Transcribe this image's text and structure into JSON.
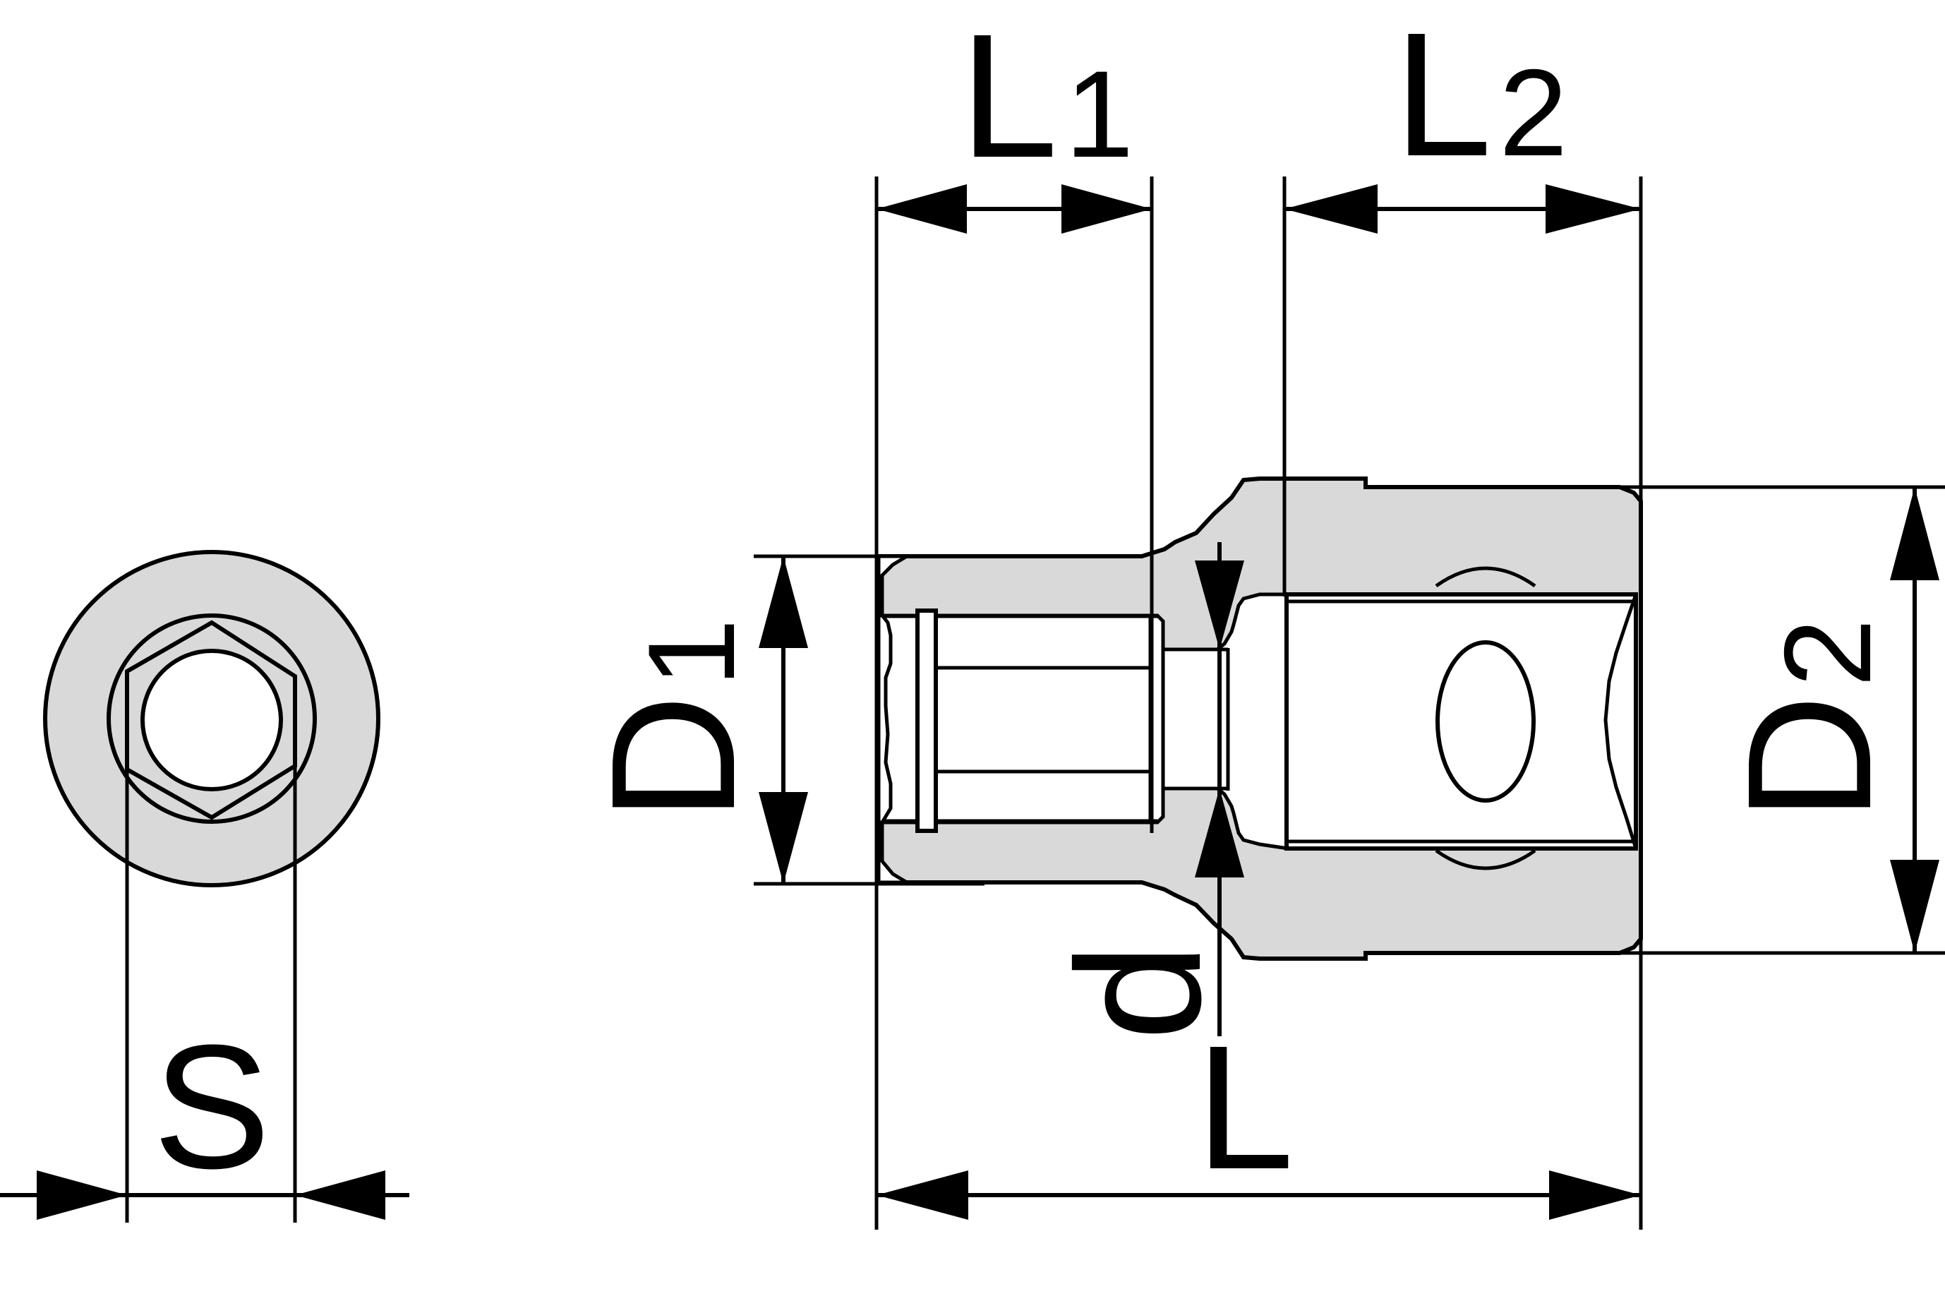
{
  "colors": {
    "body_fill": "#d9d9d9",
    "line": "#000000",
    "background": "#ffffff"
  },
  "labels": {
    "L1": {
      "main": "L",
      "sub": "1"
    },
    "L2": {
      "main": "L",
      "sub": "2"
    },
    "L": {
      "main": "L"
    },
    "D1": {
      "main": "D",
      "sub": "1"
    },
    "D2": {
      "main": "D",
      "sub": "2"
    },
    "d": {
      "main": "d"
    },
    "S": {
      "main": "S"
    }
  }
}
